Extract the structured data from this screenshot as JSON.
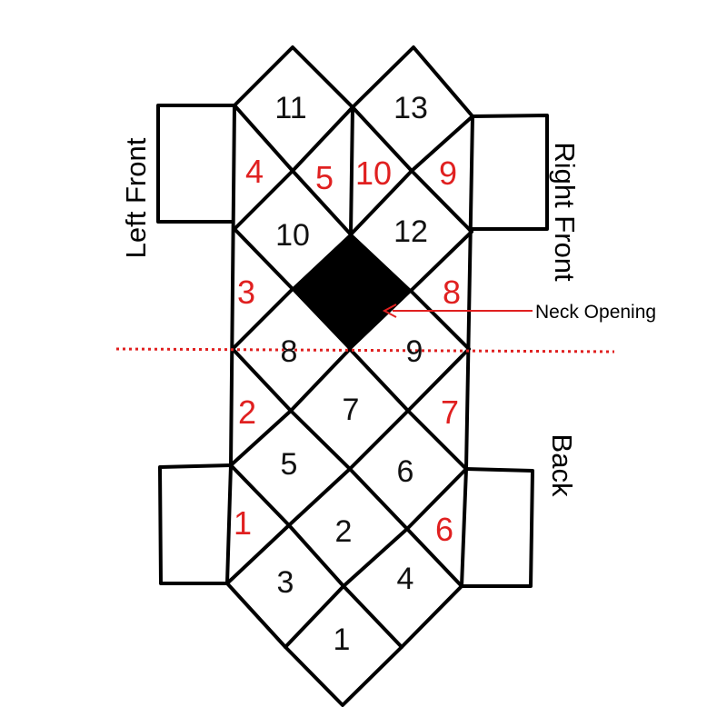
{
  "labels": {
    "left_side": "Left Front",
    "right_side": "Right Front",
    "back_side": "Back",
    "neck": "Neck Opening"
  },
  "panels": [
    "1",
    "2",
    "3",
    "4",
    "5",
    "6",
    "7",
    "8",
    "9",
    "10",
    "11",
    "12",
    "13"
  ],
  "edges": [
    "1",
    "2",
    "3",
    "4",
    "5",
    "6",
    "7",
    "8",
    "9",
    "10"
  ],
  "colors": {
    "lines": "#000000",
    "edge_numbers": "#e02020",
    "fold_line": "#e02020",
    "neck_fill": "#000000"
  }
}
